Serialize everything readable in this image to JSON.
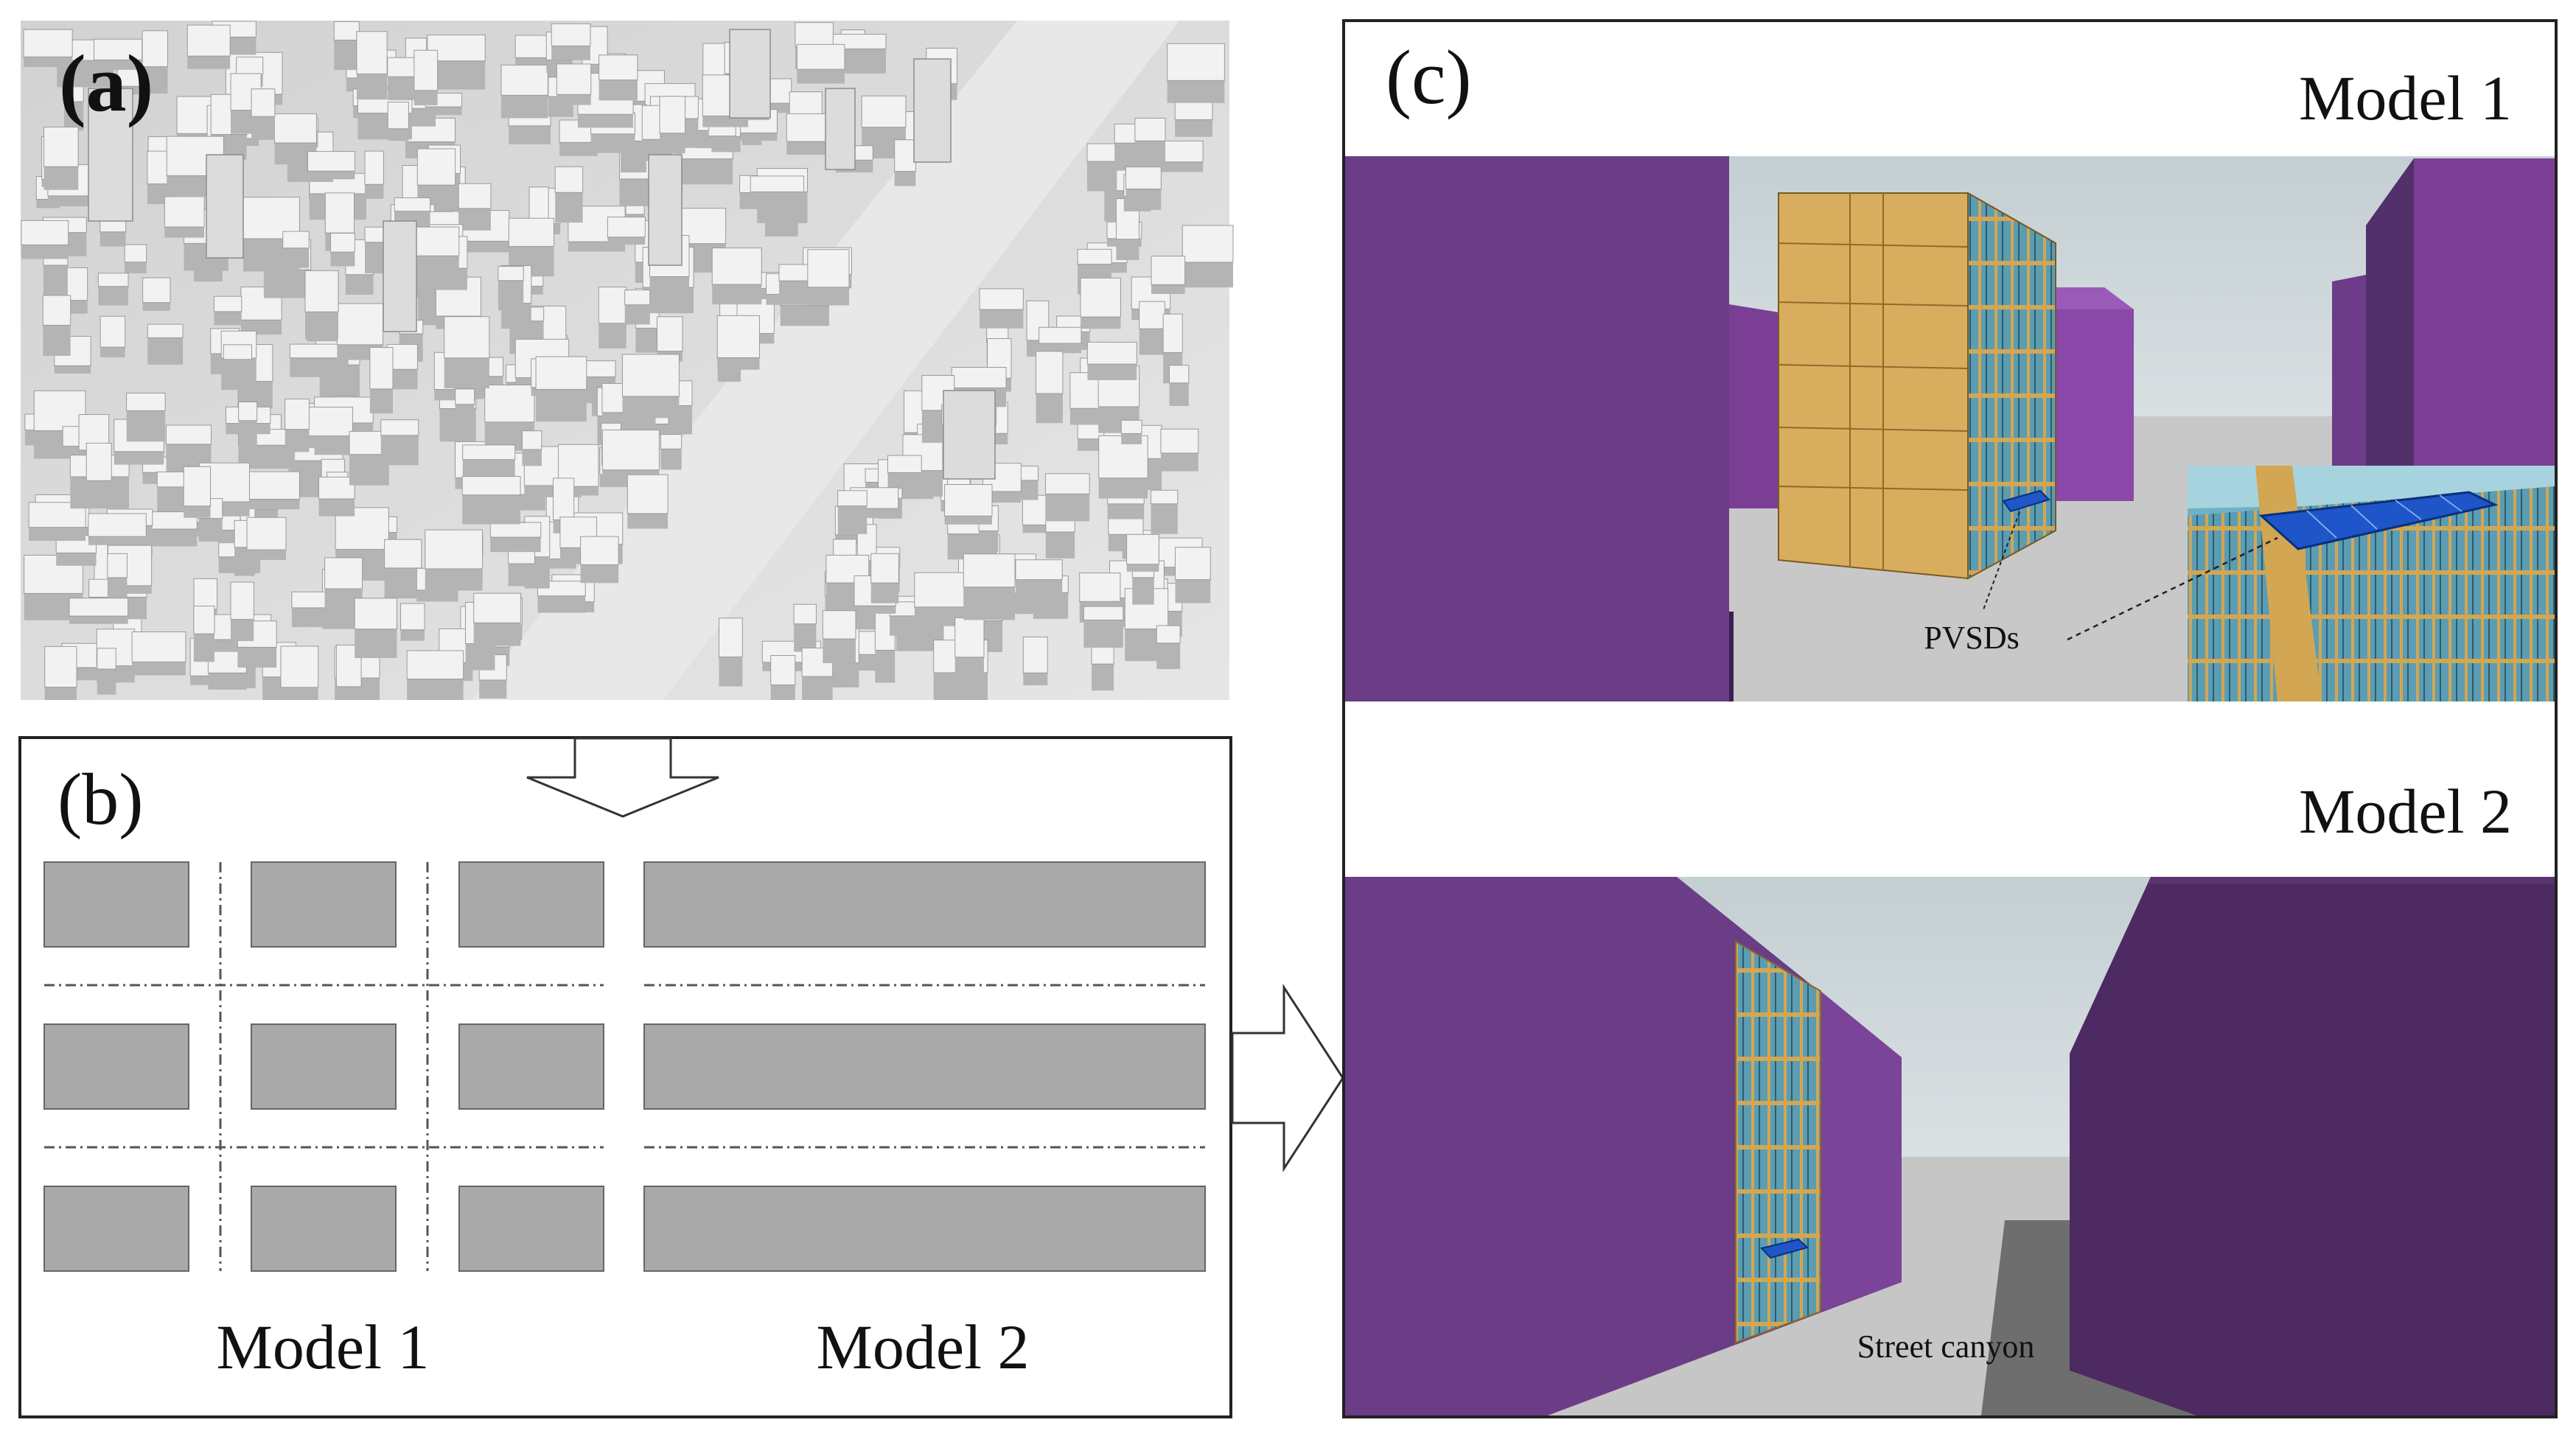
{
  "panel_a": {
    "label": "(a)"
  },
  "panel_b": {
    "label": "(b)",
    "model1_label": "Model 1",
    "model2_label": "Model 2"
  },
  "panel_c": {
    "label": "(c)",
    "model1_title": "Model 1",
    "model2_title": "Model 2",
    "pvsd_annotation": "PVSDs",
    "canyon_annotation": "Street canyon"
  },
  "colors": {
    "purple_front": "#6c3c88",
    "purple_side": "#4a2a60",
    "facade_tan": "#d8ad5c",
    "glass": "#5a9ab0",
    "pv_blue": "#1f56c8",
    "ground": "#c9c9c9",
    "block_gray": "#a9a9a9"
  }
}
